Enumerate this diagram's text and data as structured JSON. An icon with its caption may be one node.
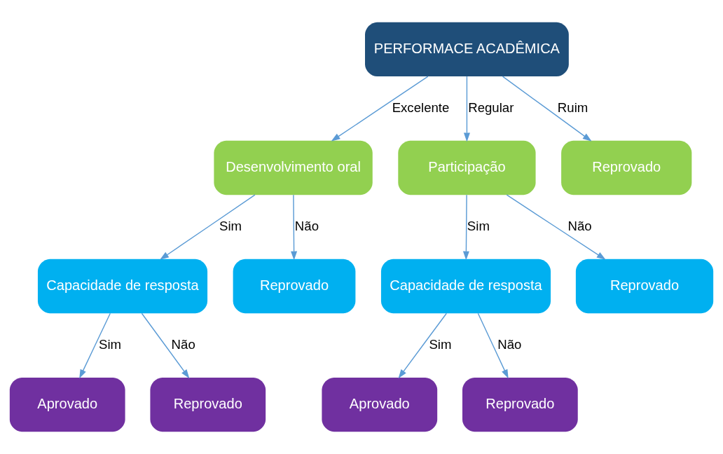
{
  "diagram": {
    "nodes": [
      {
        "text": [
          "PERFORMACE ACADÊMICA"
        ]
      },
      {
        "text": [
          "Desenvolvimento oral"
        ]
      },
      {
        "text": [
          "Participação"
        ]
      },
      {
        "text": [
          "Reprovado"
        ]
      },
      {
        "text": [
          "Capacidade de resposta"
        ]
      },
      {
        "text": [
          "Reprovado"
        ]
      },
      {
        "text": [
          "Capacidade de resposta"
        ]
      },
      {
        "text": [
          "Reprovado"
        ]
      },
      {
        "text": [
          "Aprovado"
        ]
      },
      {
        "text": [
          "Reprovado"
        ]
      },
      {
        "text": [
          "Aprovado"
        ]
      },
      {
        "text": [
          "Reprovado"
        ]
      }
    ],
    "edges": [
      {
        "from": 0,
        "to": 1,
        "arrow": "to",
        "label": "Excelente"
      },
      {
        "from": 0,
        "to": 2,
        "arrow": "to",
        "label": "Regular"
      },
      {
        "from": 0,
        "to": 3,
        "arrow": "to",
        "label": "Ruim"
      },
      {
        "from": 1,
        "to": 4,
        "arrow": "to",
        "label": "Sim"
      },
      {
        "from": 1,
        "to": 5,
        "arrow": "to",
        "label": "Não"
      },
      {
        "from": 2,
        "to": 6,
        "arrow": "to",
        "label": "Sim"
      },
      {
        "from": 2,
        "to": 7,
        "arrow": "to",
        "label": "Não"
      },
      {
        "from": 4,
        "to": 8,
        "arrow": "to",
        "label": "Sim"
      },
      {
        "from": 4,
        "to": 9,
        "arrow": "to",
        "label": "Não"
      },
      {
        "from": 6,
        "to": 10,
        "arrow": "to",
        "label": "Sim"
      },
      {
        "from": 6,
        "to": 11,
        "arrow": "to",
        "label": "Não"
      }
    ]
  }
}
